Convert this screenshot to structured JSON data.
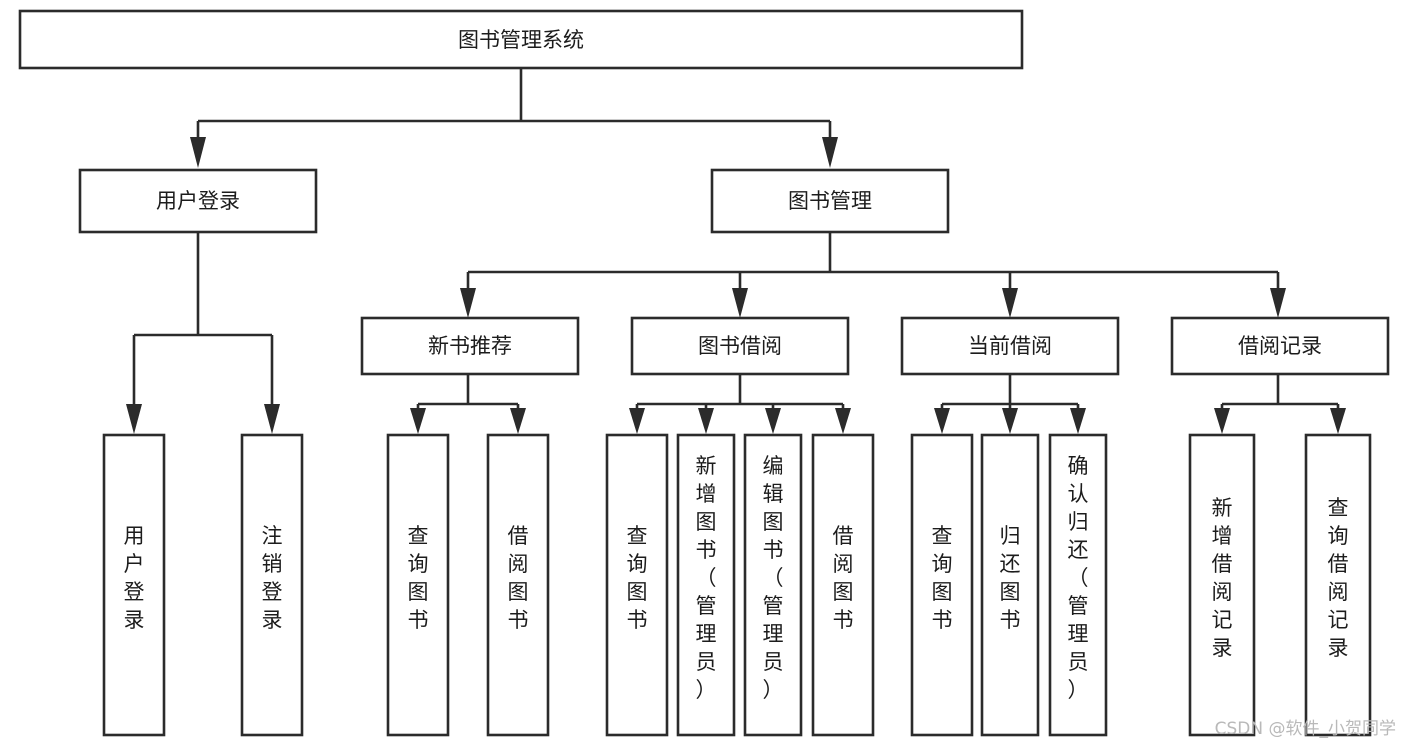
{
  "diagram": {
    "title": "图书管理系统",
    "type": "tree-hierarchy-diagram",
    "root": {
      "id": "root",
      "label": "图书管理系统"
    },
    "level2": [
      {
        "id": "user-login",
        "label": "用户登录"
      },
      {
        "id": "book-manage",
        "label": "图书管理"
      }
    ],
    "level3": [
      {
        "id": "new-book-recommend",
        "label": "新书推荐"
      },
      {
        "id": "book-borrow",
        "label": "图书借阅"
      },
      {
        "id": "current-borrow",
        "label": "当前借阅"
      },
      {
        "id": "borrow-record",
        "label": "借阅记录"
      }
    ],
    "leaves": {
      "user_login": [
        {
          "id": "leaf-user-login",
          "label": "用户登录"
        },
        {
          "id": "leaf-logout-login",
          "label": "注销登录"
        }
      ],
      "new_book_recommend": [
        {
          "id": "leaf-query-book-1",
          "label": "查询图书"
        },
        {
          "id": "leaf-borrow-book-1",
          "label": "借阅图书"
        }
      ],
      "book_borrow": [
        {
          "id": "leaf-query-book-2",
          "label": "查询图书"
        },
        {
          "id": "leaf-add-book",
          "label": "新增图书（管理员）"
        },
        {
          "id": "leaf-edit-book",
          "label": "编辑图书（管理员）"
        },
        {
          "id": "leaf-borrow-book-2",
          "label": "借阅图书"
        }
      ],
      "current_borrow": [
        {
          "id": "leaf-query-book-3",
          "label": "查询图书"
        },
        {
          "id": "leaf-return-book",
          "label": "归还图书"
        },
        {
          "id": "leaf-confirm-return",
          "label": "确认归还（管理员）"
        }
      ],
      "borrow_record": [
        {
          "id": "leaf-add-record",
          "label": "新增借阅记录"
        },
        {
          "id": "leaf-query-record",
          "label": "查询借阅记录"
        }
      ]
    }
  },
  "watermark": {
    "text": "CSDN @软件_小贺同学"
  },
  "colors": {
    "stroke": "#2b2b2b",
    "box_fill": "#ffffff",
    "text": "#1c1c1c",
    "watermark": "#b9b9b9",
    "background": "#ffffff"
  }
}
